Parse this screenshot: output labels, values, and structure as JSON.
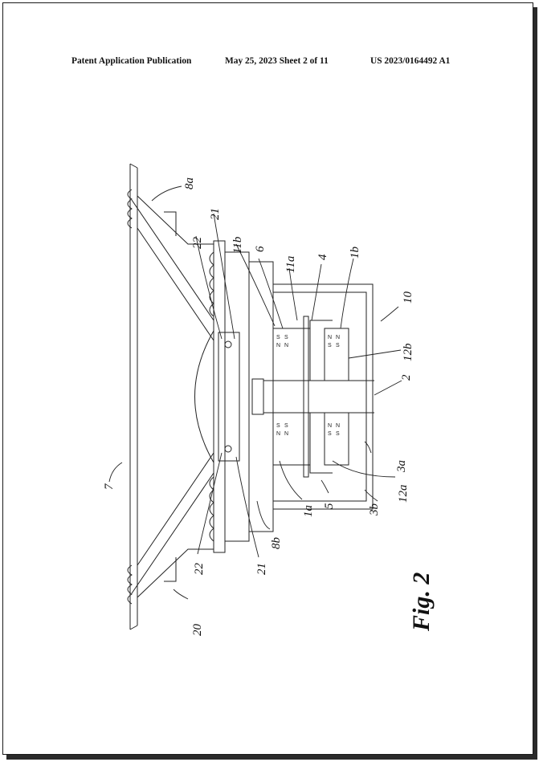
{
  "header": {
    "publication_label": "Patent Application Publication",
    "date_sheet": "May 25, 2023  Sheet 2 of 11",
    "publication_number": "US 2023/0164492 A1"
  },
  "figure": {
    "caption": "Fig. 2",
    "reference_labels": {
      "r8a": "8a",
      "r22t": "22",
      "r21t": "21",
      "r11b": "11b",
      "r6": "6",
      "r11a": "11a",
      "r4": "4",
      "r1b": "1b",
      "r10": "10",
      "r12b": "12b",
      "r2": "2",
      "r3a": "3a",
      "r3b": "3b",
      "r12a": "12a",
      "r5": "5",
      "r1a": "1a",
      "r8b": "8b",
      "r21b": "21",
      "r22b": "22",
      "r20": "20",
      "r7": "7"
    },
    "pole_marks": {
      "south": "S",
      "north": "N"
    }
  }
}
